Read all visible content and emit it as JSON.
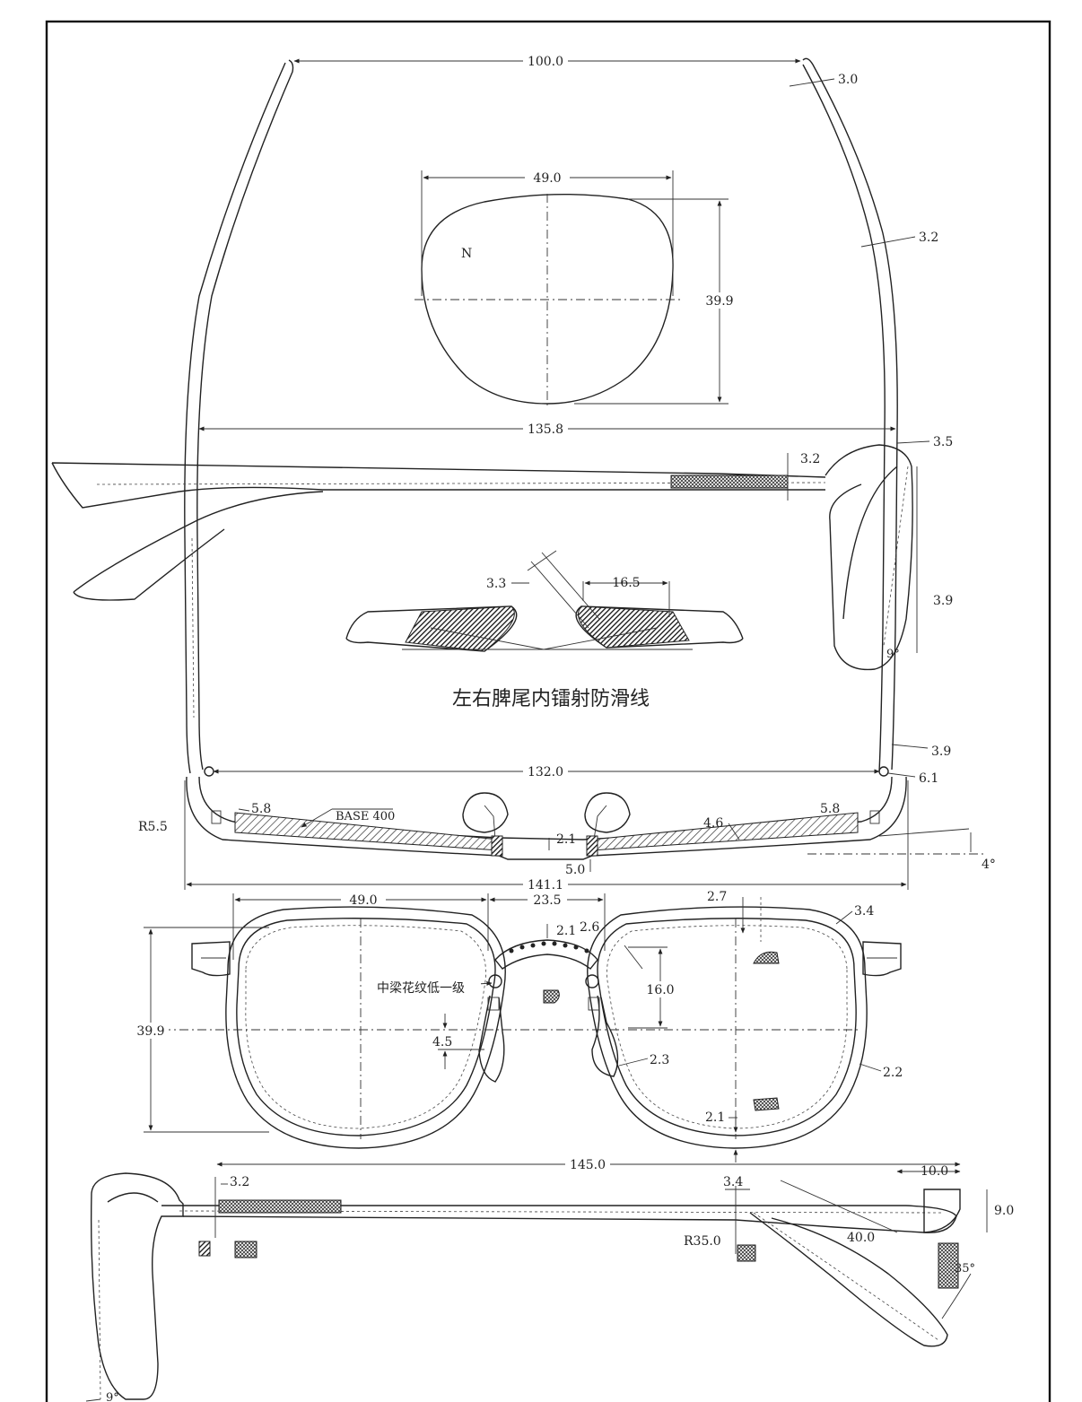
{
  "labels": {
    "lens_mark": "N",
    "texture_note": "左右脾尾内镭射防滑线",
    "bridge_note": "中梁花纹低一级",
    "base_curve": "BASE 400"
  },
  "dimensions": {
    "temple_tip_span": "100.0",
    "temple_tip_thick": "3.0",
    "lens_width": "49.0",
    "lens_height": "39.9",
    "temple_thick_mid": "3.2",
    "hinge_span": "135.8",
    "endpiece_thick": "3.5",
    "temple_core_thick": "3.2",
    "texture_angle_width": "3.3",
    "texture_length": "16.5",
    "endpiece_depth": "3.9",
    "pantoscopic_angle": "9°",
    "hinge_gap": "3.9",
    "front_inner_span": "132.0",
    "hinge_offset": "6.1",
    "corner_radius": "R5.5",
    "rim_thick_left": "5.8",
    "rim_thick_right": "5.8",
    "rim_mid": "4.6",
    "bridge_gap": "2.1",
    "bridge_depth": "5.0",
    "wrap_angle": "4°",
    "front_total": "141.1",
    "front_lens_width": "49.0",
    "bridge_width": "23.5",
    "rim_top": "2.7",
    "rim_outer": "3.4",
    "bridge_top": "2.1",
    "bridge_side": "2.6",
    "front_lens_height": "39.9",
    "pad_height": "16.0",
    "pad_offset": "4.5",
    "pad_arm": "2.3",
    "rim_bottom_side": "2.2",
    "rim_bottom": "2.1",
    "temple_length": "145.0",
    "temple_end_thick": "3.2",
    "bend_thick": "3.4",
    "tip_length": "10.0",
    "tip_drop": "9.0",
    "bend_radius": "R35.0",
    "tip_bend_length": "40.0",
    "tip_angle": "35°",
    "side_angle": "9°"
  }
}
